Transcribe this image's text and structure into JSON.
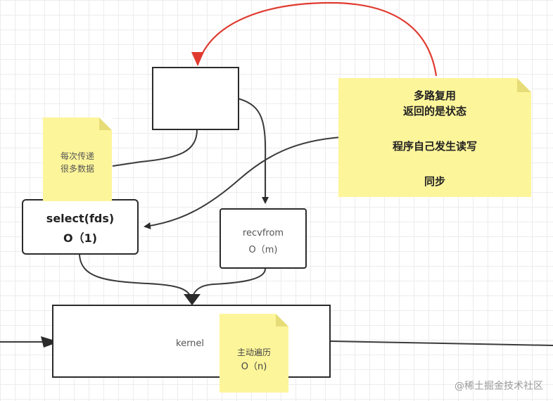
{
  "nodes": {
    "select": {
      "line1": "select(fds)",
      "line2": "O（1)"
    },
    "recvfrom": {
      "line1": "recvfrom",
      "line2": "O（m)"
    },
    "kernel": {
      "label": "kernel"
    }
  },
  "notes": {
    "left": {
      "line1": "每次传递",
      "line2": "很多数据"
    },
    "right": {
      "line1": "多路复用",
      "line2": "返回的是状态",
      "line3": "程序自己发生读写",
      "line4": "同步"
    },
    "kernel": {
      "line1": "主动遍历",
      "line2": "O（n)"
    }
  },
  "colors": {
    "note_fill": "#fdf59a",
    "feedback_arrow": "#e03a2f",
    "connector": "#3a3a3a"
  },
  "watermark": "@稀土掘金技术社区"
}
